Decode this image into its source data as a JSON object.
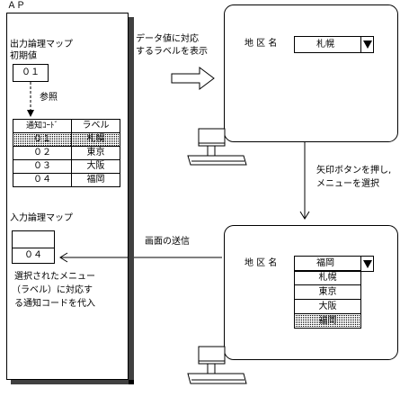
{
  "ap": {
    "label": "ＡＰ",
    "output_map_title": "出力論理マップ",
    "initial_value_label": "初期値",
    "initial_value": "０１",
    "reference_label": "参照",
    "table": {
      "headers": [
        "通知ｺｰﾄﾞ",
        "ラベル"
      ],
      "rows": [
        {
          "code": "０１",
          "label": "札幌"
        },
        {
          "code": "０２",
          "label": "東京"
        },
        {
          "code": "０３",
          "label": "大阪"
        },
        {
          "code": "０４",
          "label": "福岡"
        }
      ]
    },
    "input_map_title": "入力論理マップ",
    "input_value": "０４",
    "caption_lines": [
      "選択されたメニュー",
      "（ラベル）に対応す",
      "る通知コードを代入"
    ]
  },
  "arrows": {
    "display_caption_lines": [
      "データ値に対応",
      "するラベルを表示"
    ],
    "select_caption_lines": [
      "矢印ボタンを押し,",
      "メニューを選択"
    ],
    "send_caption": "画面の送信"
  },
  "screen_top": {
    "field_label": "地 区 名",
    "dropdown_value": "札幌"
  },
  "screen_bottom": {
    "field_label": "地 区 名",
    "dropdown_value": "福岡",
    "menu_items": [
      "札幌",
      "東京",
      "大阪",
      "福岡"
    ],
    "highlighted_item": "福岡"
  }
}
